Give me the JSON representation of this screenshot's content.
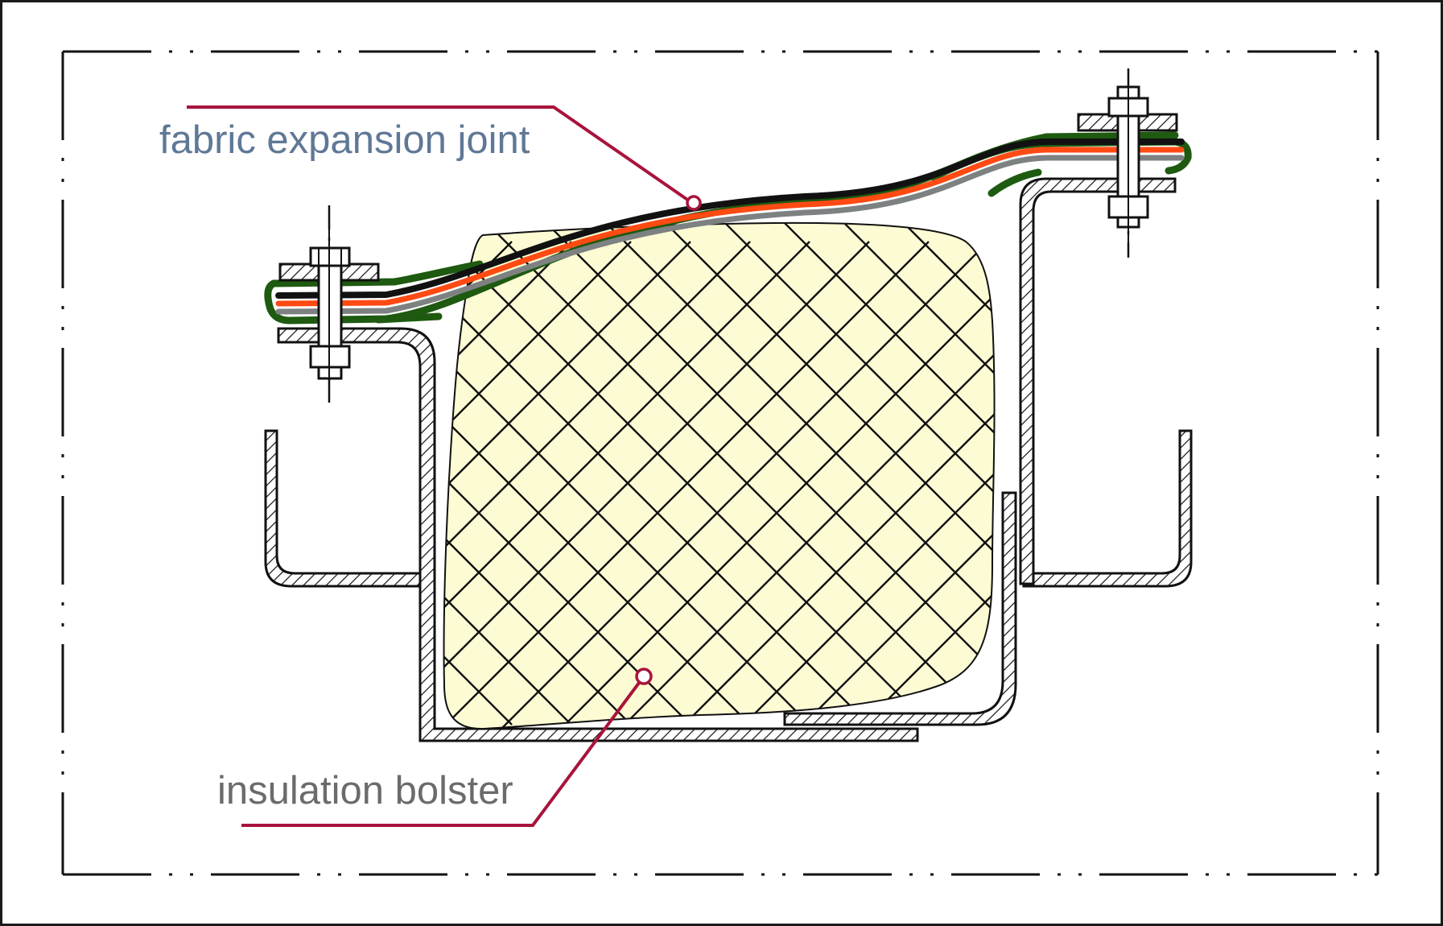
{
  "labels": {
    "fabric": "fabric expansion joint",
    "insulation": "insulation bolster"
  },
  "colors": {
    "frame_line": "#1a1a1a",
    "leader": "#a8143c",
    "fabric_label": "#5f7896",
    "insulation_label": "#6b6b6b",
    "bolster_fill": "#fdfbd3",
    "fabric_black": "#111111",
    "fabric_red": "#ff4a14",
    "fabric_gray": "#7d8182",
    "fabric_green": "#1e5a10",
    "steel_hatch": "#111111"
  },
  "components": [
    "fabric-expansion-joint",
    "insulation-bolster",
    "left-flange-bolt",
    "right-flange-bolt",
    "left-frame-channel",
    "right-frame-channel",
    "left-duct-angle",
    "right-duct-angle"
  ]
}
